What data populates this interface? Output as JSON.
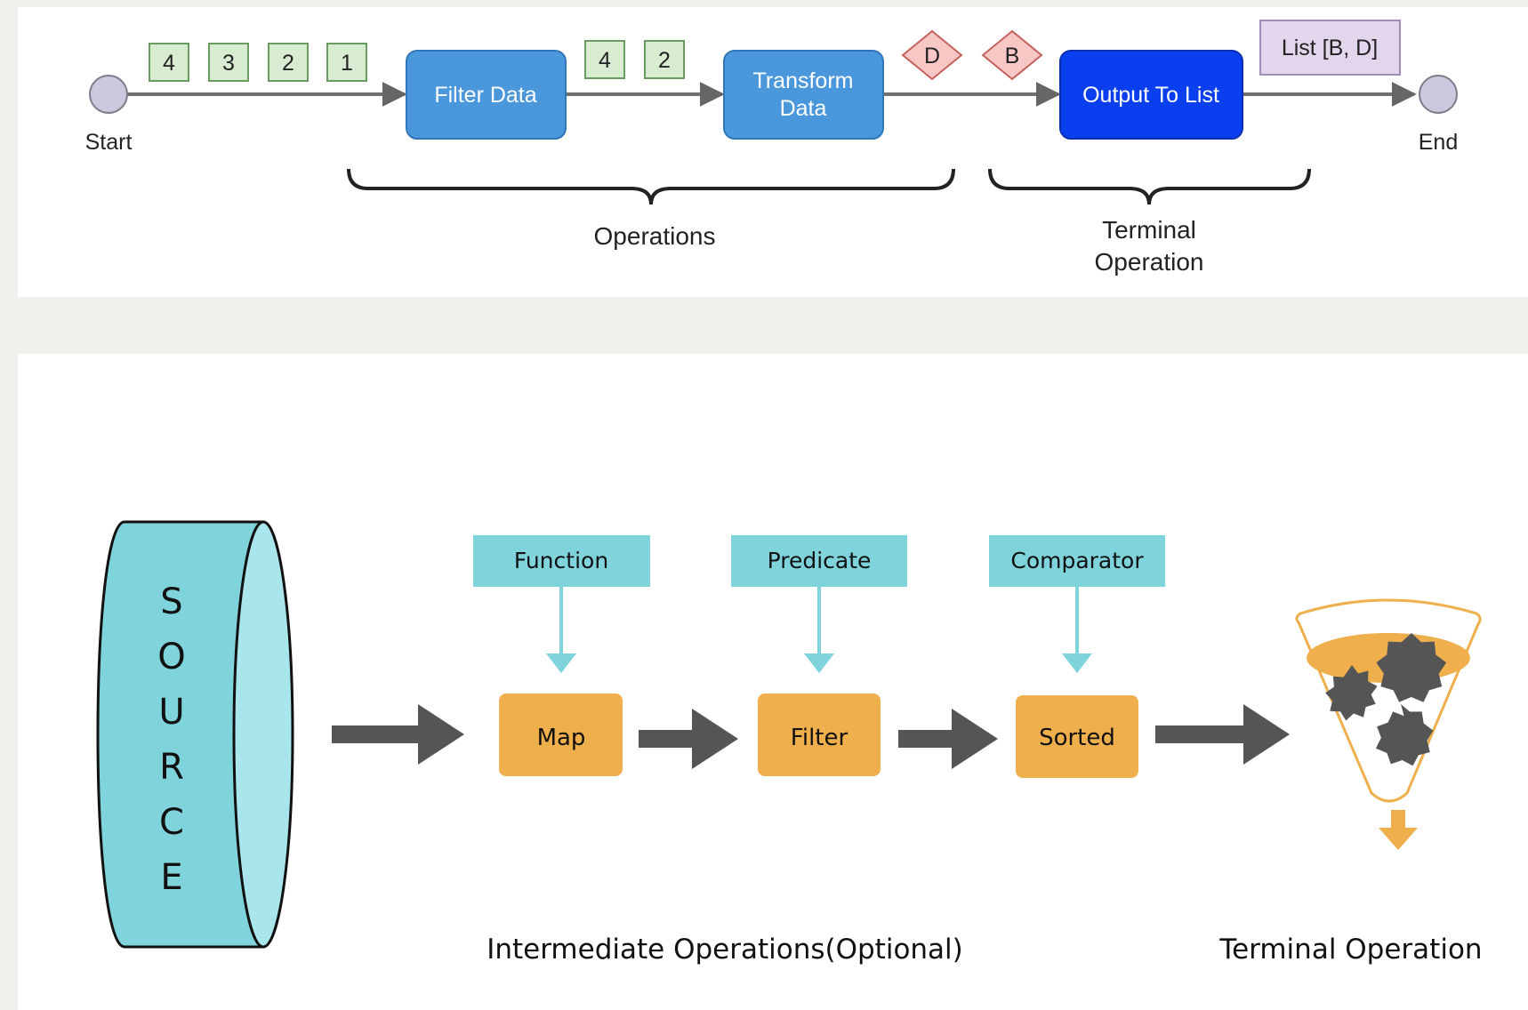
{
  "top": {
    "start_label": "Start",
    "end_label": "End",
    "input_items": [
      "4",
      "3",
      "2",
      "1"
    ],
    "filtered_items": [
      "4",
      "2"
    ],
    "transformed_items": [
      "D",
      "B"
    ],
    "filter_label": "Filter Data",
    "transform_label_lines": [
      "Transform",
      "Data"
    ],
    "output_label": "Output To List",
    "result_label": "List [B, D]",
    "operations_label": "Operations",
    "terminal_label_lines": [
      "Terminal",
      "Operation"
    ],
    "colors": {
      "light_blue": "#4a97dc",
      "dark_blue": "#0a3ff0",
      "green_box": "#d7ecd1",
      "pink_diamond": "#f6c7c5",
      "lavender": "#e2d5ec"
    }
  },
  "bottom": {
    "source_letters": [
      "S",
      "O",
      "U",
      "R",
      "C",
      "E"
    ],
    "inputs": [
      "Function",
      "Predicate",
      "Comparator"
    ],
    "ops": [
      "Map",
      "Filter",
      "Sorted"
    ],
    "intermediate_label": "Intermediate Operations(Optional)",
    "terminal_label": "Terminal Operation",
    "colors": {
      "teal": "#7fd4dc",
      "orange": "#efaf4c",
      "arrow_gray": "#555555"
    }
  }
}
